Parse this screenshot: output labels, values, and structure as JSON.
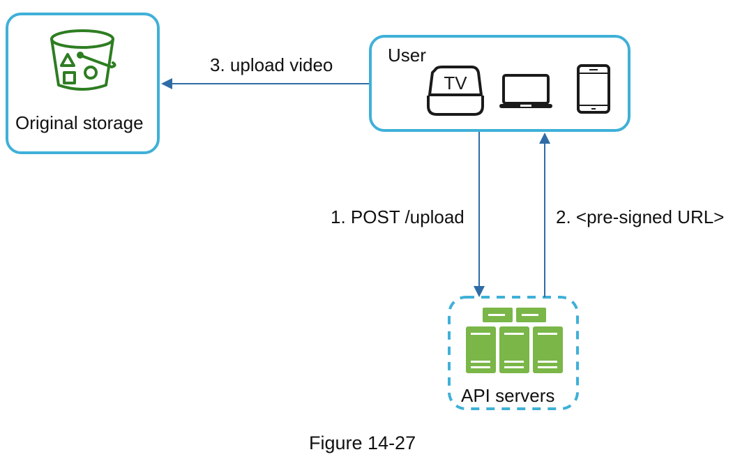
{
  "diagram": {
    "nodes": {
      "storage": {
        "label": "Original storage",
        "icon": "bucket-icon"
      },
      "user": {
        "label": "User",
        "devices": [
          {
            "name": "tv",
            "icon": "tv-icon",
            "text": "TV"
          },
          {
            "name": "laptop",
            "icon": "laptop-icon"
          },
          {
            "name": "phone",
            "icon": "phone-icon"
          }
        ]
      },
      "api": {
        "label": "API servers",
        "icon": "server-cluster-icon"
      }
    },
    "edges": [
      {
        "from": "user",
        "to": "storage",
        "label": "3. upload video"
      },
      {
        "from": "user",
        "to": "api",
        "label": "1. POST /upload"
      },
      {
        "from": "api",
        "to": "user",
        "label": "2. <pre-signed URL>"
      }
    ],
    "caption": "Figure 14-27"
  },
  "colors": {
    "box_border": "#3fb0d8",
    "arrow": "#2f6ca6",
    "bucket": "#2e7d22",
    "server": "#7ab648",
    "device": "#1a1a1a"
  }
}
